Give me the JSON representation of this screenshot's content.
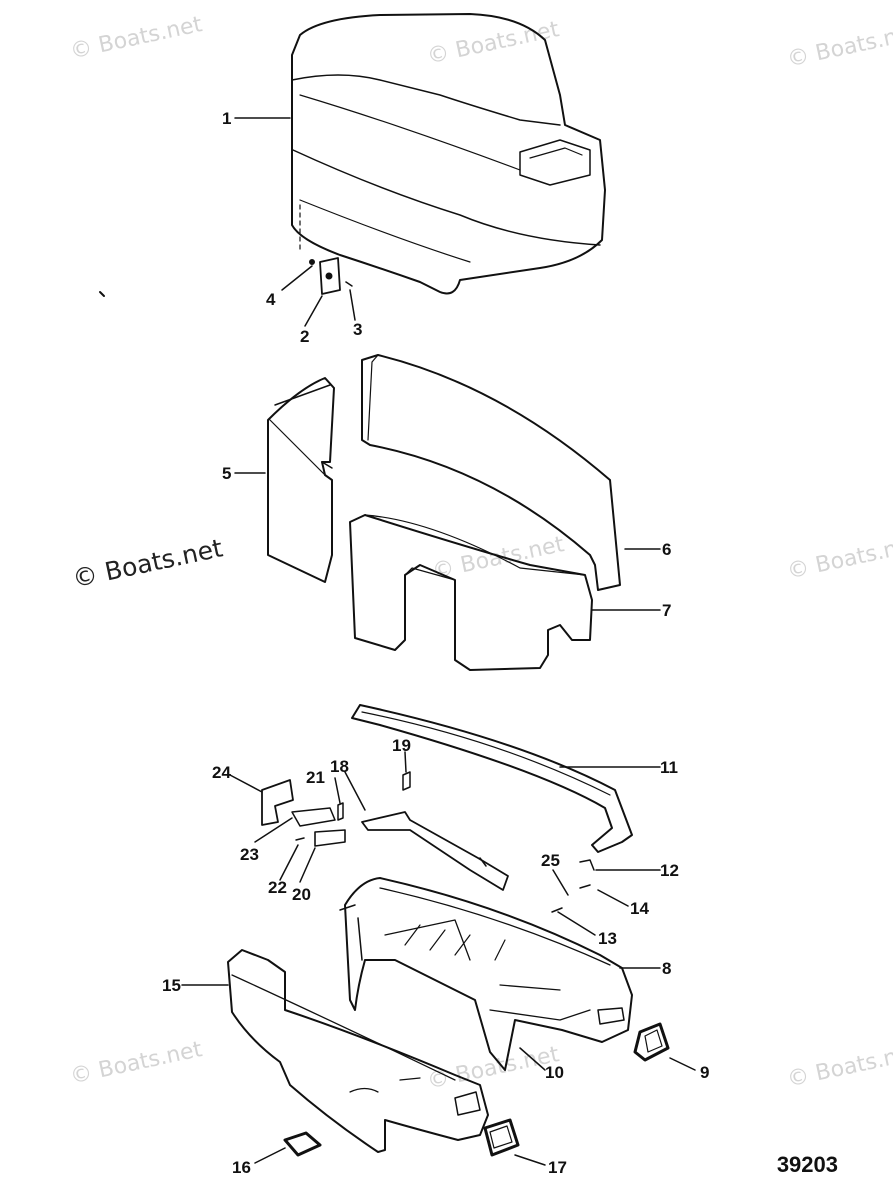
{
  "watermarks": [
    "© Boats.net",
    "© Boats.net",
    "© Boats.n",
    "© Boats.net",
    "© Boats.net",
    "© Boats.n",
    "© Boats.net",
    "© Boats.net",
    "© Boats.n"
  ],
  "watermark_prominent": "© Boats.net",
  "drawing_number": "39203",
  "callouts": [
    "1",
    "2",
    "3",
    "4",
    "5",
    "6",
    "7",
    "8",
    "9",
    "10",
    "11",
    "12",
    "13",
    "14",
    "15",
    "16",
    "17",
    "18",
    "19",
    "20",
    "21",
    "22",
    "23",
    "24",
    "25"
  ],
  "colors": {
    "line": "#111111",
    "watermark": "#d4d4d4",
    "background": "#ffffff"
  }
}
